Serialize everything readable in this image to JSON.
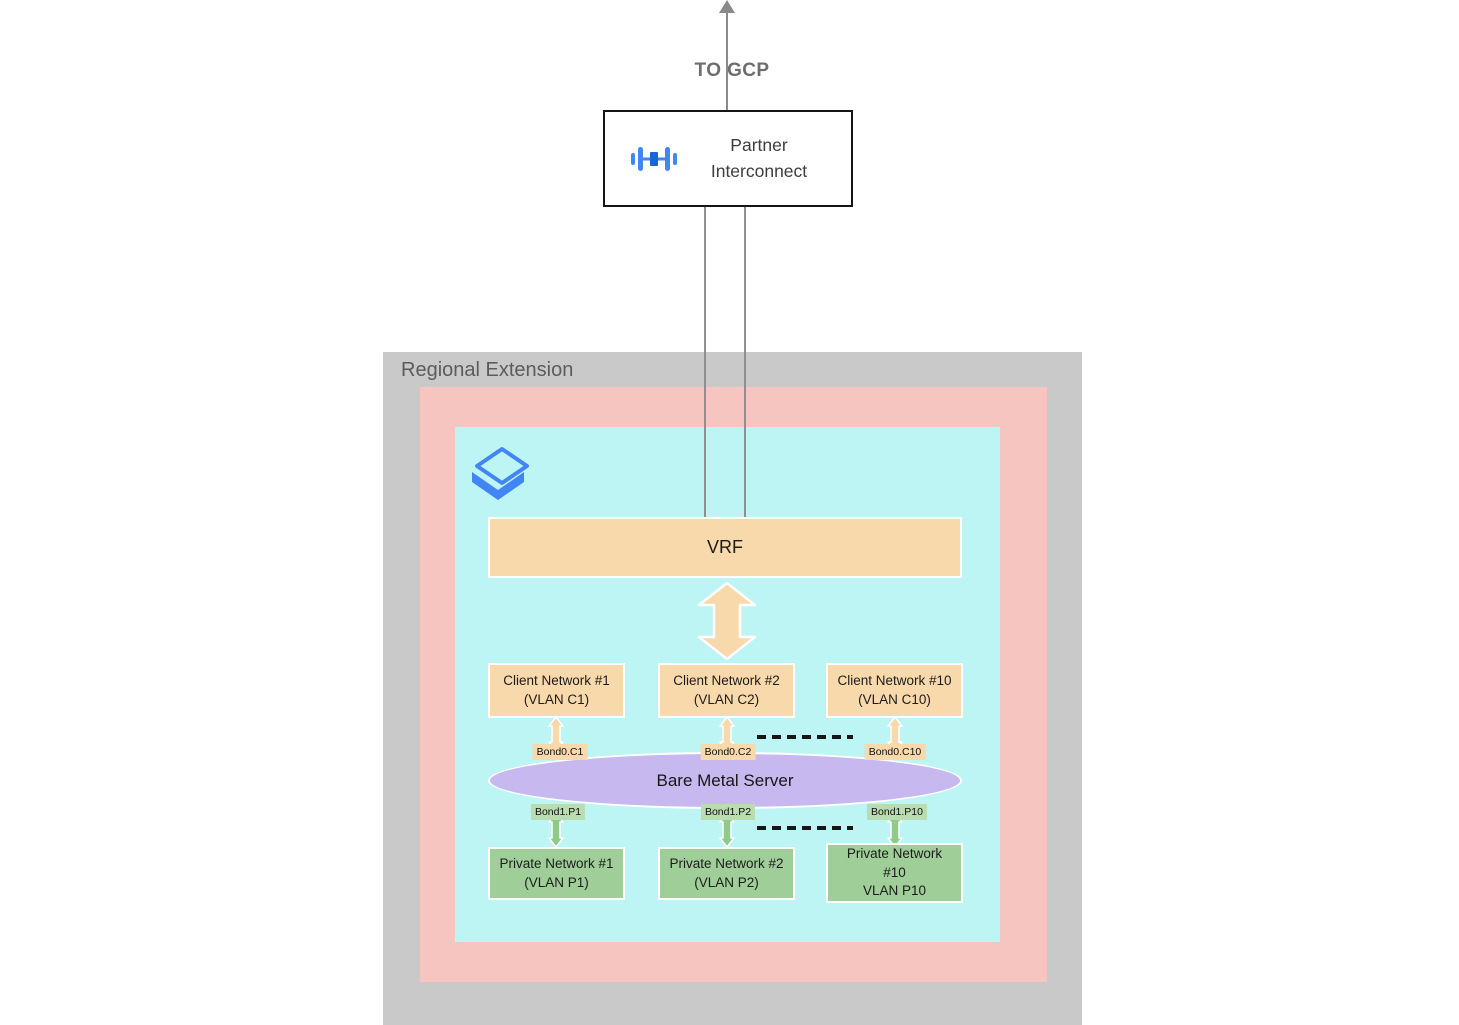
{
  "header": {
    "to_gcp": "TO GCP"
  },
  "partner_interconnect": {
    "line1": "Partner",
    "line2": "Interconnect"
  },
  "regional_extension": {
    "label": "Regional Extension"
  },
  "vrf": {
    "label": "VRF"
  },
  "client_networks": [
    {
      "name": "Client Network #1",
      "vlan": "(VLAN C1)",
      "bond": "Bond0.C1"
    },
    {
      "name": "Client Network #2",
      "vlan": "(VLAN C2)",
      "bond": "Bond0.C2"
    },
    {
      "name": "Client Network #10",
      "vlan": "(VLAN C10)",
      "bond": "Bond0.C10"
    }
  ],
  "bare_metal_server": {
    "label": "Bare Metal Server"
  },
  "private_networks": [
    {
      "name": "Private Network #1",
      "vlan": "(VLAN P1)",
      "bond": "Bond1.P1"
    },
    {
      "name": "Private Network #2",
      "vlan": "(VLAN P2)",
      "bond": "Bond1.P2"
    },
    {
      "name": "Private Network",
      "number": "#10",
      "vlan": "VLAN P10",
      "bond": "Bond1.P10"
    }
  ],
  "icons": {
    "partner_interconnect": "interconnect-icon",
    "vrf_region": "layers-diamond-icon"
  },
  "colors": {
    "regional_bg": "#c9c9c9",
    "pink_bg": "#f6c5c0",
    "cyan_bg": "#bdf4f4",
    "peach": "#f8d9ab",
    "purple": "#c7b8f0",
    "green": "#9fce99",
    "green_light": "#b9dcb0",
    "arrow_green": "#8fca8a",
    "icon_blue": "#4285f4",
    "icon_blue_dark": "#1967d2",
    "line_gray": "#8a8a8a"
  }
}
